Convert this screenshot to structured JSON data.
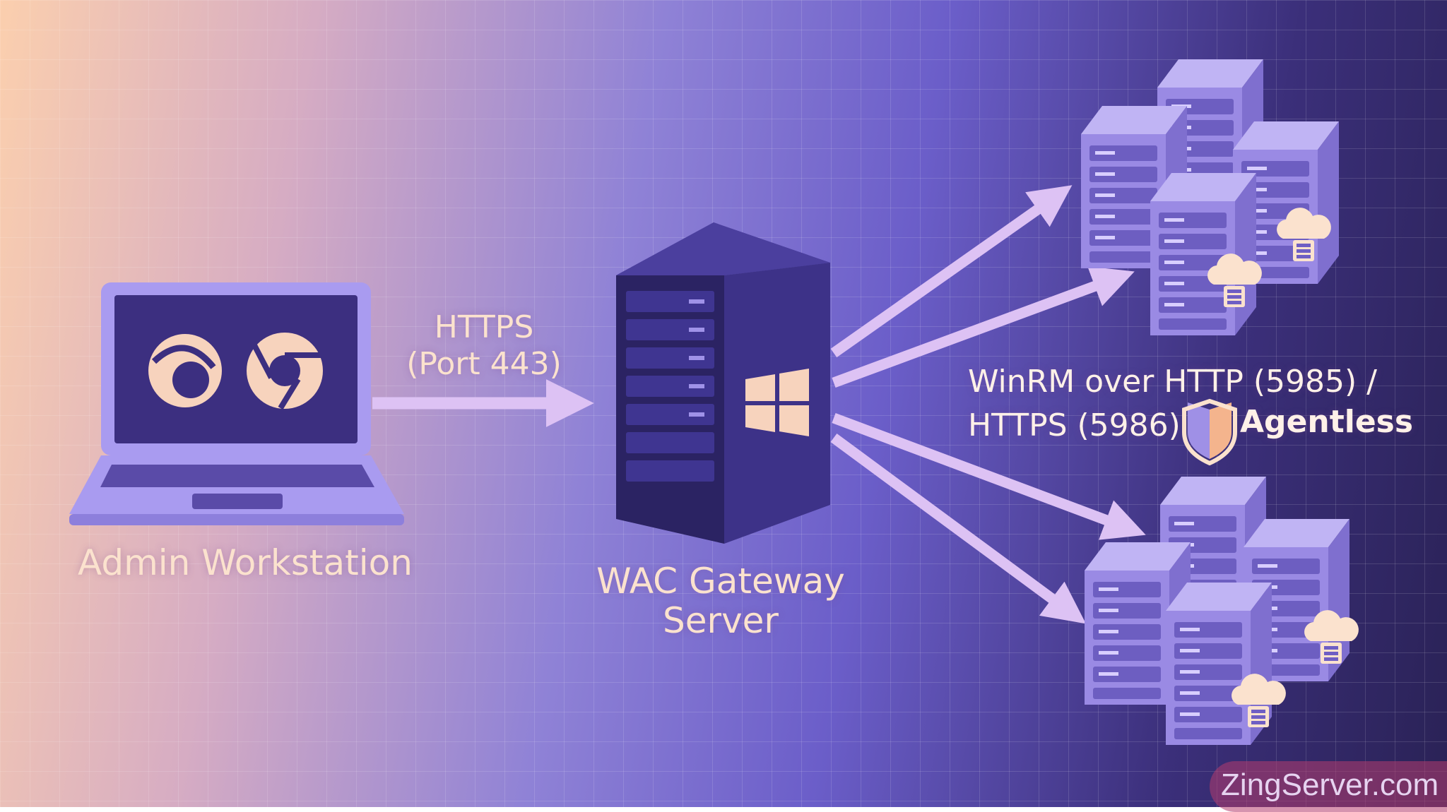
{
  "nodes": {
    "admin": {
      "label": "Admin Workstation"
    },
    "gateway": {
      "label_line1": "WAC Gateway",
      "label_line2": "Server"
    }
  },
  "edges": {
    "https": {
      "line1": "HTTPS",
      "line2": "(Port 443)"
    },
    "winrm": {
      "line1": "WinRM over HTTP (5985) /",
      "line2": "HTTPS (5986)",
      "badge": "Agentless"
    }
  },
  "icons": [
    "laptop-icon",
    "edge-browser-icon",
    "chrome-browser-icon",
    "server-tower-icon",
    "windows-logo-icon",
    "server-rack-icon",
    "cloud-storage-icon",
    "shield-icon"
  ],
  "watermark": "ZingServer.com",
  "colors": {
    "laptop_frame": "#a99bf0",
    "laptop_screen": "#3c2f80",
    "browser_icons": "#f7d3bd",
    "tower_front": "#2b2363",
    "tower_side": "#3d3288",
    "arrow": "#ddc2f4",
    "server_front": "#9a8ae4",
    "server_side": "#7f6fcf"
  }
}
